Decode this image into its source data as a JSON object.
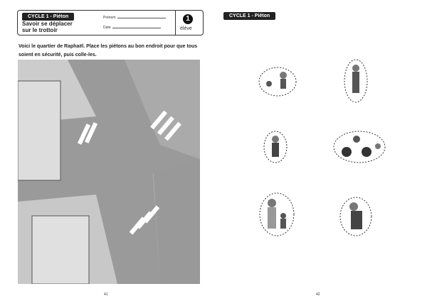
{
  "left_page": {
    "badge": "CYCLE 1 - Piéton",
    "subtitle_line1": "Savoir se déplacer",
    "subtitle_line2": "sur le trottoir",
    "prenom_label": "Prénom",
    "date_label": "Date",
    "number": "1",
    "level": "élève",
    "instruction": "Voici le quartier de Raphaël. Place les piétons au bon endroit pour que tous soient en sécurité, puis colle-les.",
    "page_number": "41"
  },
  "right_page": {
    "badge": "CYCLE 1 - Piéton",
    "page_number": "42"
  }
}
